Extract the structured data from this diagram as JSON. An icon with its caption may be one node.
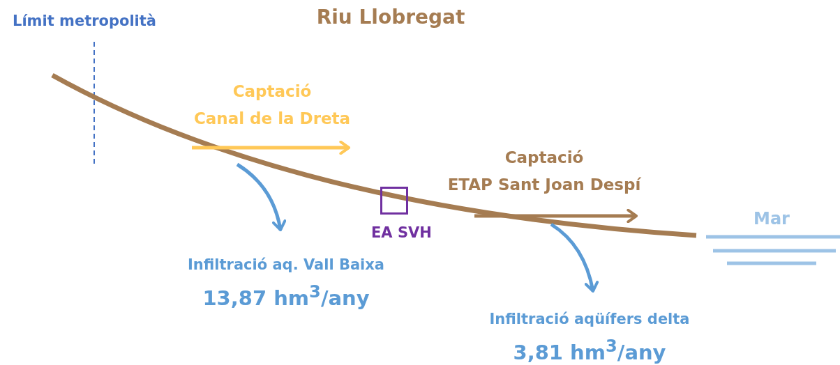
{
  "diagram": {
    "title": "Riu Llobregat",
    "nodes": [
      {
        "text": [
          "Captació",
          "Canal de la Dreta"
        ]
      },
      {
        "text": [],
        "shape": "box",
        "beside": [
          "EA SVH"
        ]
      },
      {
        "text": [
          "Captació",
          "ETAP Sant Joan Despí"
        ]
      },
      {
        "text": [
          "Infiltració aq. Vall Baixa",
          "13,87 hm$^{3}$/any"
        ]
      },
      {
        "text": [
          "Infiltració aqüífers delta",
          "3,81 hm$^{3}$/any"
        ]
      }
    ],
    "edges": [
      {
        "from": null,
        "to": 0,
        "arrow": "to",
        "color": "#ffc857"
      },
      {
        "from": null,
        "to": 2,
        "arrow": "to",
        "color": "#a57c52"
      },
      {
        "from": null,
        "to": 3,
        "arrow": "to",
        "color": "#5b9bd5"
      },
      {
        "from": null,
        "to": 4,
        "arrow": "to",
        "color": "#5b9bd5"
      }
    ],
    "labels": [
      "Límit metropolità",
      "Mar"
    ]
  }
}
